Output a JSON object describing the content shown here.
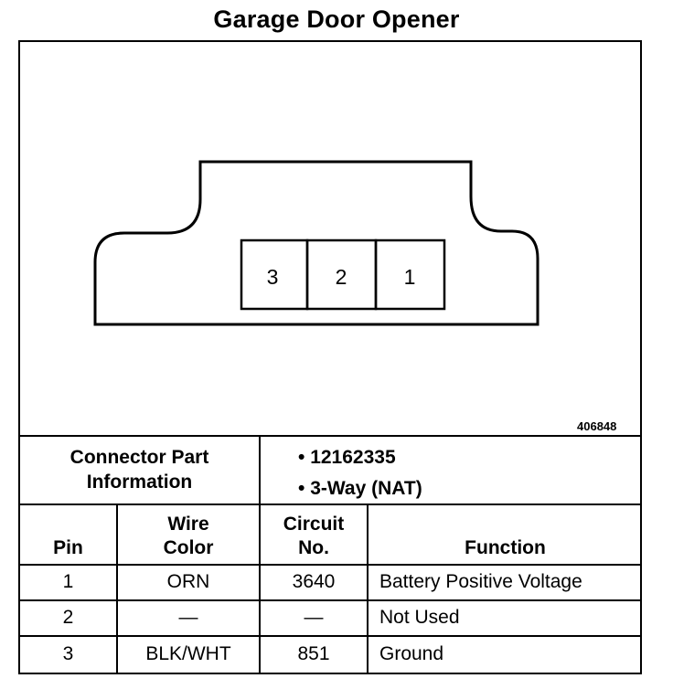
{
  "title": "Garage Door Opener",
  "figure_number": "406848",
  "connector": {
    "cavities": [
      "3",
      "2",
      "1"
    ],
    "info_label": "Connector Part Information",
    "info_items": [
      "12162335",
      "3-Way (NAT)"
    ]
  },
  "table": {
    "headers": {
      "pin": "Pin",
      "wire_color": "Wire Color",
      "circuit": "Circuit No.",
      "function": "Function"
    },
    "rows": [
      {
        "pin": "1",
        "wire_color": "ORN",
        "circuit": "3640",
        "function": "Battery Positive Voltage"
      },
      {
        "pin": "2",
        "wire_color": "—",
        "circuit": "—",
        "function": "Not Used"
      },
      {
        "pin": "3",
        "wire_color": "BLK/WHT",
        "circuit": "851",
        "function": "Ground"
      }
    ]
  }
}
